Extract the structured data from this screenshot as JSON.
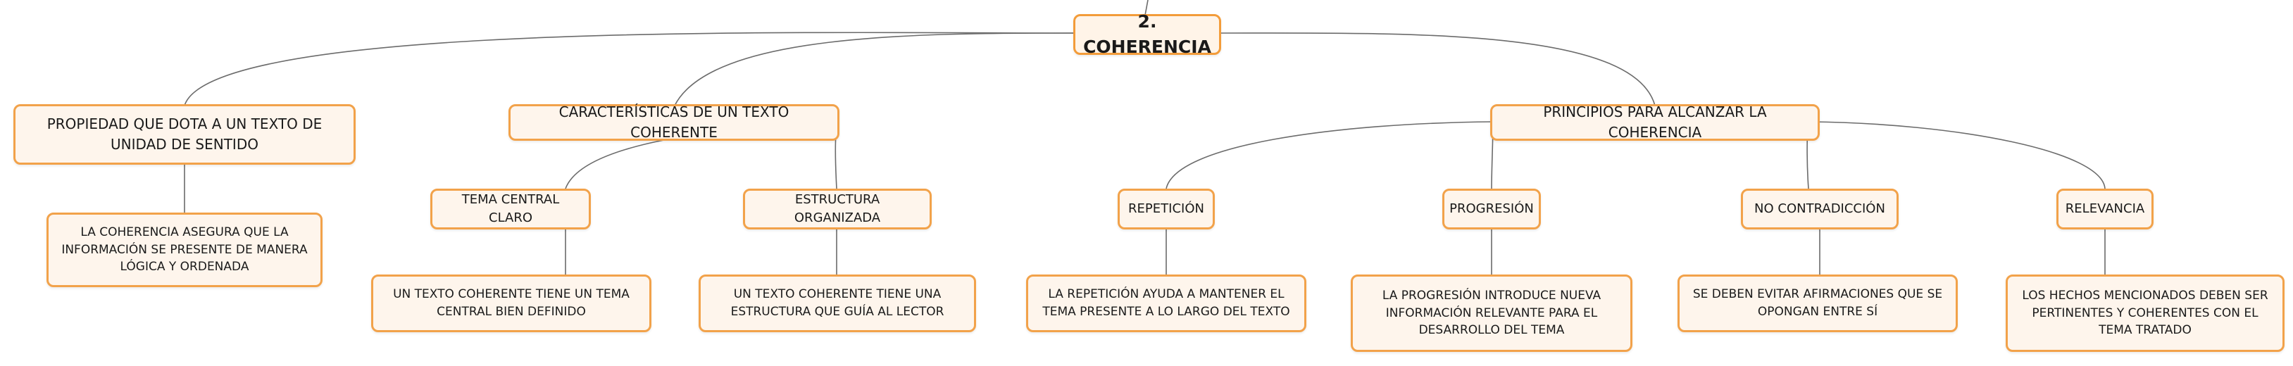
{
  "root": {
    "label": "2. COHERENCIA"
  },
  "branches": [
    {
      "label": "PROPIEDAD QUE DOTA A UN TEXTO DE UNIDAD DE SENTIDO",
      "detail": "LA COHERENCIA ASEGURA QUE LA INFORMACIÓN SE PRESENTE DE MANERA LÓGICA Y ORDENADA"
    },
    {
      "label": "CARACTERÍSTICAS DE UN TEXTO COHERENTE",
      "children": [
        {
          "label": "TEMA CENTRAL CLARO",
          "detail": "UN TEXTO COHERENTE TIENE UN TEMA CENTRAL BIEN DEFINIDO"
        },
        {
          "label": "ESTRUCTURA ORGANIZADA",
          "detail": "UN TEXTO COHERENTE TIENE UNA ESTRUCTURA QUE GUÍA AL LECTOR"
        }
      ]
    },
    {
      "label": "PRINCIPIOS PARA ALCANZAR LA COHERENCIA",
      "children": [
        {
          "label": "REPETICIÓN",
          "detail": "LA REPETICIÓN AYUDA A MANTENER EL TEMA PRESENTE A LO LARGO DEL TEXTO"
        },
        {
          "label": "PROGRESIÓN",
          "detail": "LA PROGRESIÓN INTRODUCE NUEVA INFORMACIÓN RELEVANTE PARA EL DESARROLLO DEL TEMA"
        },
        {
          "label": "NO CONTRADICCIÓN",
          "detail": "SE DEBEN EVITAR AFIRMACIONES QUE SE OPONGAN ENTRE SÍ"
        },
        {
          "label": "RELEVANCIA",
          "detail": "LOS HECHOS MENCIONADOS DEBEN SER PERTINENTES Y COHERENTES CON EL TEMA TRATADO"
        }
      ]
    }
  ],
  "colors": {
    "border": "#f2a24a",
    "fill": "#fef5ec",
    "connector": "#6b6b6b"
  }
}
